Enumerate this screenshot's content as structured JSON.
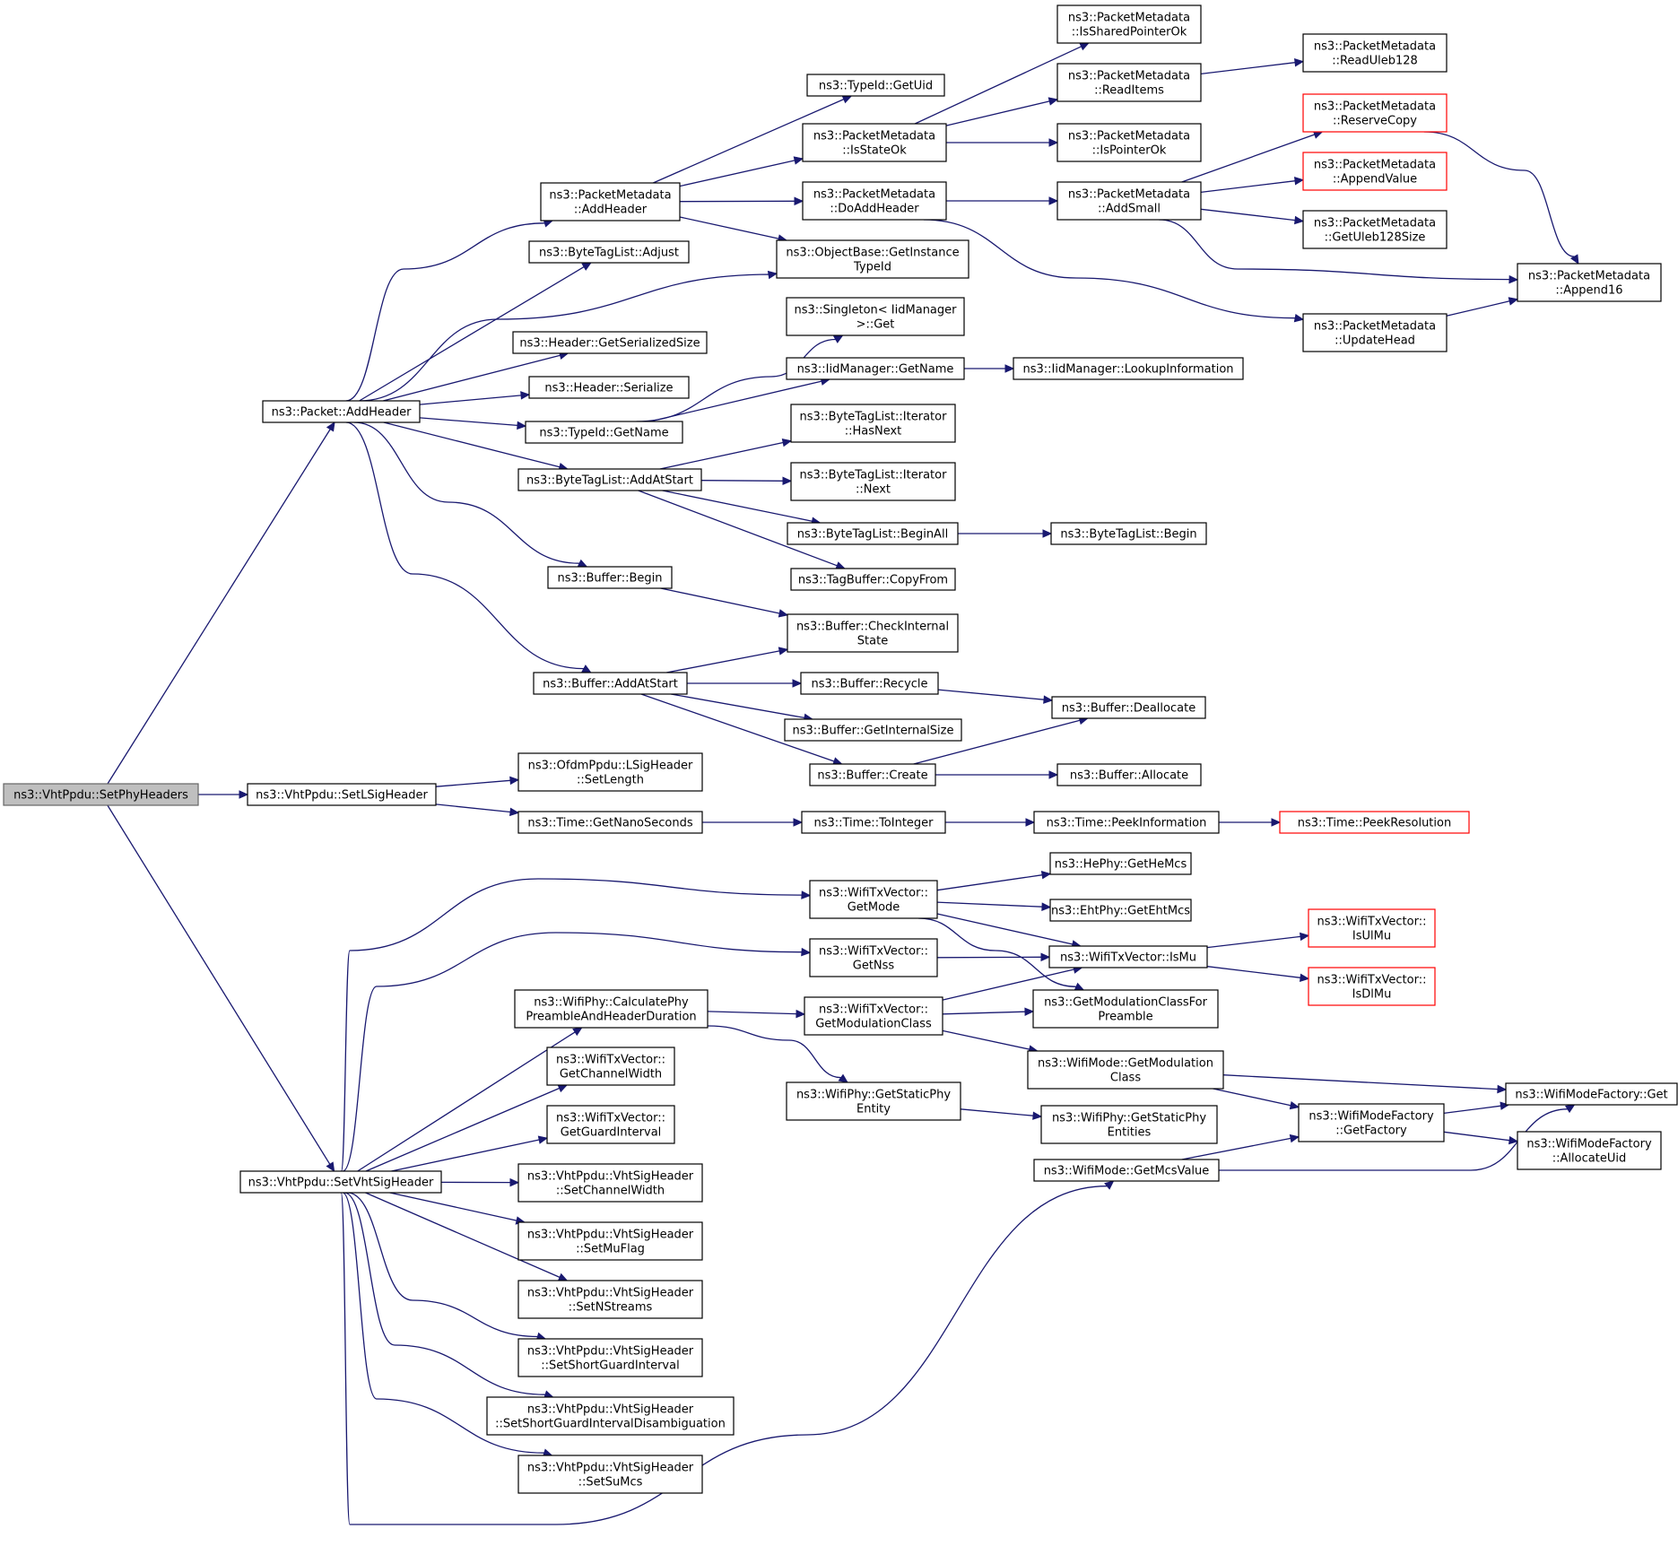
{
  "diagram": {
    "type": "call-graph",
    "colors": {
      "edge": "#191970",
      "root_fill": "#bfbfbf",
      "truncated_border": "#ff0000",
      "border": "#000000"
    },
    "nodes": [
      {
        "id": "root",
        "lines": [
          "ns3::VhtPpdu::SetPhyHeaders"
        ],
        "root": true
      },
      {
        "id": "pktAddHeader",
        "lines": [
          "ns3::Packet::AddHeader"
        ]
      },
      {
        "id": "setLSig",
        "lines": [
          "ns3::VhtPpdu::SetLSigHeader"
        ]
      },
      {
        "id": "setVhtSig",
        "lines": [
          "ns3::VhtPpdu::SetVhtSigHeader"
        ]
      },
      {
        "id": "pmAddHeader",
        "lines": [
          "ns3::PacketMetadata",
          "::AddHeader"
        ]
      },
      {
        "id": "btlAdjust",
        "lines": [
          "ns3::ByteTagList::Adjust"
        ]
      },
      {
        "id": "hdrSize",
        "lines": [
          "ns3::Header::GetSerializedSize"
        ]
      },
      {
        "id": "hdrSer",
        "lines": [
          "ns3::Header::Serialize"
        ]
      },
      {
        "id": "tidName",
        "lines": [
          "ns3::TypeId::GetName"
        ]
      },
      {
        "id": "btlAddAtStart",
        "lines": [
          "ns3::ByteTagList::AddAtStart"
        ]
      },
      {
        "id": "bufBegin",
        "lines": [
          "ns3::Buffer::Begin"
        ]
      },
      {
        "id": "bufAddAtStart",
        "lines": [
          "ns3::Buffer::AddAtStart"
        ]
      },
      {
        "id": "getUid",
        "lines": [
          "ns3::TypeId::GetUid"
        ]
      },
      {
        "id": "isStateOk",
        "lines": [
          "ns3::PacketMetadata",
          "::IsStateOk"
        ]
      },
      {
        "id": "doAddHeader",
        "lines": [
          "ns3::PacketMetadata",
          "::DoAddHeader"
        ]
      },
      {
        "id": "getInstTid",
        "lines": [
          "ns3::ObjectBase::GetInstance",
          "TypeId"
        ]
      },
      {
        "id": "singletonGet",
        "lines": [
          "ns3::Singleton< IidManager",
          ">::Get"
        ]
      },
      {
        "id": "iidGetName",
        "lines": [
          "ns3::IidManager::GetName"
        ]
      },
      {
        "id": "itHasNext",
        "lines": [
          "ns3::ByteTagList::Iterator",
          "::HasNext"
        ]
      },
      {
        "id": "itNext",
        "lines": [
          "ns3::ByteTagList::Iterator",
          "::Next"
        ]
      },
      {
        "id": "beginAll",
        "lines": [
          "ns3::ByteTagList::BeginAll"
        ]
      },
      {
        "id": "copyFrom",
        "lines": [
          "ns3::TagBuffer::CopyFrom"
        ]
      },
      {
        "id": "checkInternal",
        "lines": [
          "ns3::Buffer::CheckInternal",
          "State"
        ]
      },
      {
        "id": "recycle",
        "lines": [
          "ns3::Buffer::Recycle"
        ]
      },
      {
        "id": "getIntSize",
        "lines": [
          "ns3::Buffer::GetInternalSize"
        ]
      },
      {
        "id": "bufCreate",
        "lines": [
          "ns3::Buffer::Create"
        ]
      },
      {
        "id": "isShared",
        "lines": [
          "ns3::PacketMetadata",
          "::IsSharedPointerOk"
        ]
      },
      {
        "id": "readItems",
        "lines": [
          "ns3::PacketMetadata",
          "::ReadItems"
        ]
      },
      {
        "id": "isPtrOk",
        "lines": [
          "ns3::PacketMetadata",
          "::IsPointerOk"
        ]
      },
      {
        "id": "addSmall",
        "lines": [
          "ns3::PacketMetadata",
          "::AddSmall"
        ]
      },
      {
        "id": "lookupInfo",
        "lines": [
          "ns3::IidManager::LookupInformation"
        ]
      },
      {
        "id": "btlBegin",
        "lines": [
          "ns3::ByteTagList::Begin"
        ]
      },
      {
        "id": "dealloc",
        "lines": [
          "ns3::Buffer::Deallocate"
        ]
      },
      {
        "id": "alloc",
        "lines": [
          "ns3::Buffer::Allocate"
        ]
      },
      {
        "id": "readUleb",
        "lines": [
          "ns3::PacketMetadata",
          "::ReadUleb128"
        ]
      },
      {
        "id": "reserveCopy",
        "lines": [
          "ns3::PacketMetadata",
          "::ReserveCopy"
        ],
        "truncated": true
      },
      {
        "id": "appendValue",
        "lines": [
          "ns3::PacketMetadata",
          "::AppendValue"
        ],
        "truncated": true
      },
      {
        "id": "getUlebSize",
        "lines": [
          "ns3::PacketMetadata",
          "::GetUleb128Size"
        ]
      },
      {
        "id": "updateHead",
        "lines": [
          "ns3::PacketMetadata",
          "::UpdateHead"
        ]
      },
      {
        "id": "append16",
        "lines": [
          "ns3::PacketMetadata",
          "::Append16"
        ]
      },
      {
        "id": "setLength",
        "lines": [
          "ns3::OfdmPpdu::LSigHeader",
          "::SetLength"
        ]
      },
      {
        "id": "getNano",
        "lines": [
          "ns3::Time::GetNanoSeconds"
        ]
      },
      {
        "id": "toInteger",
        "lines": [
          "ns3::Time::ToInteger"
        ]
      },
      {
        "id": "peekInfo",
        "lines": [
          "ns3::Time::PeekInformation"
        ]
      },
      {
        "id": "peekRes",
        "lines": [
          "ns3::Time::PeekResolution"
        ],
        "truncated": true
      },
      {
        "id": "txGetMode",
        "lines": [
          "ns3::WifiTxVector::",
          "GetMode"
        ]
      },
      {
        "id": "txGetNss",
        "lines": [
          "ns3::WifiTxVector::",
          "GetNss"
        ]
      },
      {
        "id": "calcPreamble",
        "lines": [
          "ns3::WifiPhy::CalculatePhy",
          "PreambleAndHeaderDuration"
        ]
      },
      {
        "id": "txChanWidth",
        "lines": [
          "ns3::WifiTxVector::",
          "GetChannelWidth"
        ]
      },
      {
        "id": "txGuard",
        "lines": [
          "ns3::WifiTxVector::",
          "GetGuardInterval"
        ]
      },
      {
        "id": "sigChanWidth",
        "lines": [
          "ns3::VhtPpdu::VhtSigHeader",
          "::SetChannelWidth"
        ]
      },
      {
        "id": "sigMuFlag",
        "lines": [
          "ns3::VhtPpdu::VhtSigHeader",
          "::SetMuFlag"
        ]
      },
      {
        "id": "sigNStreams",
        "lines": [
          "ns3::VhtPpdu::VhtSigHeader",
          "::SetNStreams"
        ]
      },
      {
        "id": "sigShortGI",
        "lines": [
          "ns3::VhtPpdu::VhtSigHeader",
          "::SetShortGuardInterval"
        ]
      },
      {
        "id": "sigShortGIDis",
        "lines": [
          "ns3::VhtPpdu::VhtSigHeader",
          "::SetShortGuardIntervalDisambiguation"
        ]
      },
      {
        "id": "sigSuMcs",
        "lines": [
          "ns3::VhtPpdu::VhtSigHeader",
          "::SetSuMcs"
        ]
      },
      {
        "id": "txModClass",
        "lines": [
          "ns3::WifiTxVector::",
          "GetModulationClass"
        ]
      },
      {
        "id": "staticPhyEntity",
        "lines": [
          "ns3::WifiPhy::GetStaticPhy",
          "Entity"
        ]
      },
      {
        "id": "heMcs",
        "lines": [
          "ns3::HePhy::GetHeMcs"
        ]
      },
      {
        "id": "ehtMcs",
        "lines": [
          "ns3::EhtPhy::GetEhtMcs"
        ]
      },
      {
        "id": "isMu",
        "lines": [
          "ns3::WifiTxVector::IsMu"
        ]
      },
      {
        "id": "modClassForPre",
        "lines": [
          "ns3::GetModulationClassFor",
          "Preamble"
        ]
      },
      {
        "id": "modeModClass",
        "lines": [
          "ns3::WifiMode::GetModulation",
          "Class"
        ]
      },
      {
        "id": "staticPhyEntities",
        "lines": [
          "ns3::WifiPhy::GetStaticPhy",
          "Entities"
        ]
      },
      {
        "id": "getMcsValue",
        "lines": [
          "ns3::WifiMode::GetMcsValue"
        ]
      },
      {
        "id": "isUlMu",
        "lines": [
          "ns3::WifiTxVector::",
          "IsUlMu"
        ],
        "truncated": true
      },
      {
        "id": "isDlMu",
        "lines": [
          "ns3::WifiTxVector::",
          "IsDlMu"
        ],
        "truncated": true
      },
      {
        "id": "getFactory",
        "lines": [
          "ns3::WifiModeFactory",
          "::GetFactory"
        ]
      },
      {
        "id": "factoryGet",
        "lines": [
          "ns3::WifiModeFactory::Get"
        ]
      },
      {
        "id": "allocUid",
        "lines": [
          "ns3::WifiModeFactory",
          "::AllocateUid"
        ]
      }
    ],
    "edges": [
      [
        "root",
        "pktAddHeader"
      ],
      [
        "root",
        "setLSig"
      ],
      [
        "root",
        "setVhtSig"
      ],
      [
        "pktAddHeader",
        "pmAddHeader"
      ],
      [
        "pktAddHeader",
        "btlAdjust"
      ],
      [
        "pktAddHeader",
        "getInstTid"
      ],
      [
        "pktAddHeader",
        "hdrSize"
      ],
      [
        "pktAddHeader",
        "hdrSer"
      ],
      [
        "pktAddHeader",
        "tidName"
      ],
      [
        "pktAddHeader",
        "btlAddAtStart"
      ],
      [
        "pktAddHeader",
        "bufBegin"
      ],
      [
        "pktAddHeader",
        "bufAddAtStart"
      ],
      [
        "pmAddHeader",
        "getUid"
      ],
      [
        "pmAddHeader",
        "isStateOk"
      ],
      [
        "pmAddHeader",
        "doAddHeader"
      ],
      [
        "pmAddHeader",
        "getInstTid"
      ],
      [
        "isStateOk",
        "isShared"
      ],
      [
        "isStateOk",
        "readItems"
      ],
      [
        "isStateOk",
        "isPtrOk"
      ],
      [
        "readItems",
        "readUleb"
      ],
      [
        "doAddHeader",
        "addSmall"
      ],
      [
        "doAddHeader",
        "updateHead"
      ],
      [
        "addSmall",
        "reserveCopy"
      ],
      [
        "addSmall",
        "appendValue"
      ],
      [
        "addSmall",
        "getUlebSize"
      ],
      [
        "addSmall",
        "append16"
      ],
      [
        "reserveCopy",
        "append16"
      ],
      [
        "updateHead",
        "append16"
      ],
      [
        "tidName",
        "singletonGet"
      ],
      [
        "tidName",
        "iidGetName"
      ],
      [
        "iidGetName",
        "lookupInfo"
      ],
      [
        "btlAddAtStart",
        "itHasNext"
      ],
      [
        "btlAddAtStart",
        "itNext"
      ],
      [
        "btlAddAtStart",
        "beginAll"
      ],
      [
        "btlAddAtStart",
        "copyFrom"
      ],
      [
        "beginAll",
        "btlBegin"
      ],
      [
        "bufBegin",
        "checkInternal"
      ],
      [
        "bufAddAtStart",
        "checkInternal"
      ],
      [
        "bufAddAtStart",
        "recycle"
      ],
      [
        "bufAddAtStart",
        "getIntSize"
      ],
      [
        "bufAddAtStart",
        "bufCreate"
      ],
      [
        "recycle",
        "dealloc"
      ],
      [
        "bufCreate",
        "dealloc"
      ],
      [
        "bufCreate",
        "alloc"
      ],
      [
        "setLSig",
        "setLength"
      ],
      [
        "setLSig",
        "getNano"
      ],
      [
        "getNano",
        "toInteger"
      ],
      [
        "toInteger",
        "peekInfo"
      ],
      [
        "peekInfo",
        "peekRes"
      ],
      [
        "setVhtSig",
        "txGetMode"
      ],
      [
        "setVhtSig",
        "txGetNss"
      ],
      [
        "setVhtSig",
        "calcPreamble"
      ],
      [
        "setVhtSig",
        "txChanWidth"
      ],
      [
        "setVhtSig",
        "txGuard"
      ],
      [
        "setVhtSig",
        "sigChanWidth"
      ],
      [
        "setVhtSig",
        "sigMuFlag"
      ],
      [
        "setVhtSig",
        "sigNStreams"
      ],
      [
        "setVhtSig",
        "sigShortGI"
      ],
      [
        "setVhtSig",
        "sigShortGIDis"
      ],
      [
        "setVhtSig",
        "sigSuMcs"
      ],
      [
        "setVhtSig",
        "getMcsValue"
      ],
      [
        "txGetMode",
        "heMcs"
      ],
      [
        "txGetMode",
        "ehtMcs"
      ],
      [
        "txGetMode",
        "isMu"
      ],
      [
        "txGetMode",
        "modClassForPre"
      ],
      [
        "txGetNss",
        "isMu"
      ],
      [
        "calcPreamble",
        "txModClass"
      ],
      [
        "calcPreamble",
        "staticPhyEntity"
      ],
      [
        "txModClass",
        "isMu"
      ],
      [
        "txModClass",
        "modClassForPre"
      ],
      [
        "txModClass",
        "modeModClass"
      ],
      [
        "staticPhyEntity",
        "staticPhyEntities"
      ],
      [
        "isMu",
        "isUlMu"
      ],
      [
        "isMu",
        "isDlMu"
      ],
      [
        "modeModClass",
        "factoryGet"
      ],
      [
        "modeModClass",
        "getFactory"
      ],
      [
        "getMcsValue",
        "getFactory"
      ],
      [
        "getMcsValue",
        "factoryGet"
      ],
      [
        "getFactory",
        "factoryGet"
      ],
      [
        "getFactory",
        "allocUid"
      ]
    ]
  }
}
